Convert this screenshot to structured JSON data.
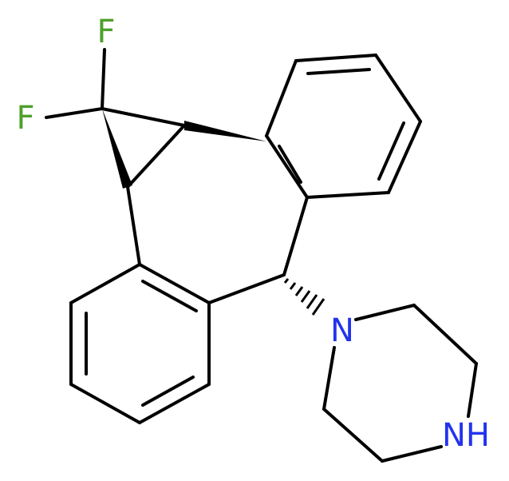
{
  "molecule": {
    "atoms": {
      "fluorine_top": {
        "symbol": "F",
        "color": "#4fa02d"
      },
      "fluorine_left": {
        "symbol": "F",
        "color": "#4fa02d"
      },
      "nitrogen_piperazine": {
        "symbol": "N",
        "color": "#2233ee"
      },
      "nh_piperazine": {
        "symbol": "NH",
        "color": "#2233ee"
      }
    },
    "bond_color": "#000000"
  }
}
